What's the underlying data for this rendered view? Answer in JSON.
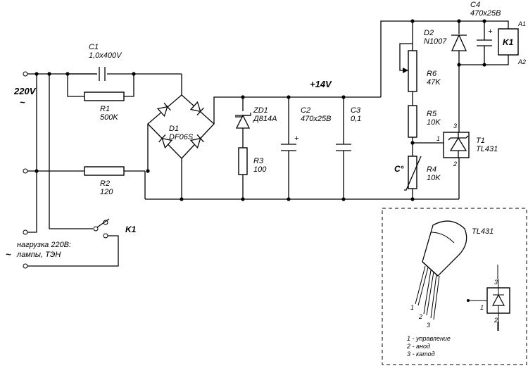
{
  "supply": {
    "voltage_label": "220V",
    "ac_symbol": "~"
  },
  "rail": {
    "label": "+14V"
  },
  "components": {
    "c1": {
      "ref": "C1",
      "value": "1,0x400V"
    },
    "r1": {
      "ref": "R1",
      "value": "500K"
    },
    "r2": {
      "ref": "R2",
      "value": "120"
    },
    "d1": {
      "ref": "D1",
      "value": "DF06S"
    },
    "zd1": {
      "ref": "ZD1",
      "value": "Д814А"
    },
    "r3": {
      "ref": "R3",
      "value": "100"
    },
    "c2": {
      "ref": "C2",
      "value": "470x25В"
    },
    "c3": {
      "ref": "C3",
      "value": "0,1"
    },
    "c4": {
      "ref": "C4",
      "value": "470x25В"
    },
    "d2": {
      "ref": "D2",
      "value": "N1007"
    },
    "r6": {
      "ref": "R6",
      "value": "47K"
    },
    "r5": {
      "ref": "R5",
      "value": "10K"
    },
    "r4": {
      "ref": "R4",
      "value": "10K"
    },
    "t1": {
      "ref": "T1",
      "value": "TL431"
    },
    "k1": {
      "ref": "K1",
      "coil_label": "K1",
      "a1": "A1",
      "a2": "A2"
    }
  },
  "sensor_mark": "C°",
  "plus_mark": "+",
  "pin_numbers": {
    "ref": "1",
    "anode": "2",
    "cathode": "3"
  },
  "load": {
    "ac_symbol": "~",
    "line1": "нагрузка 220В:",
    "line2": "лампы, ТЭН"
  },
  "inset": {
    "title": "TL431",
    "legend": [
      "1 - управление",
      "2 - анод",
      "3 - катод"
    ]
  }
}
